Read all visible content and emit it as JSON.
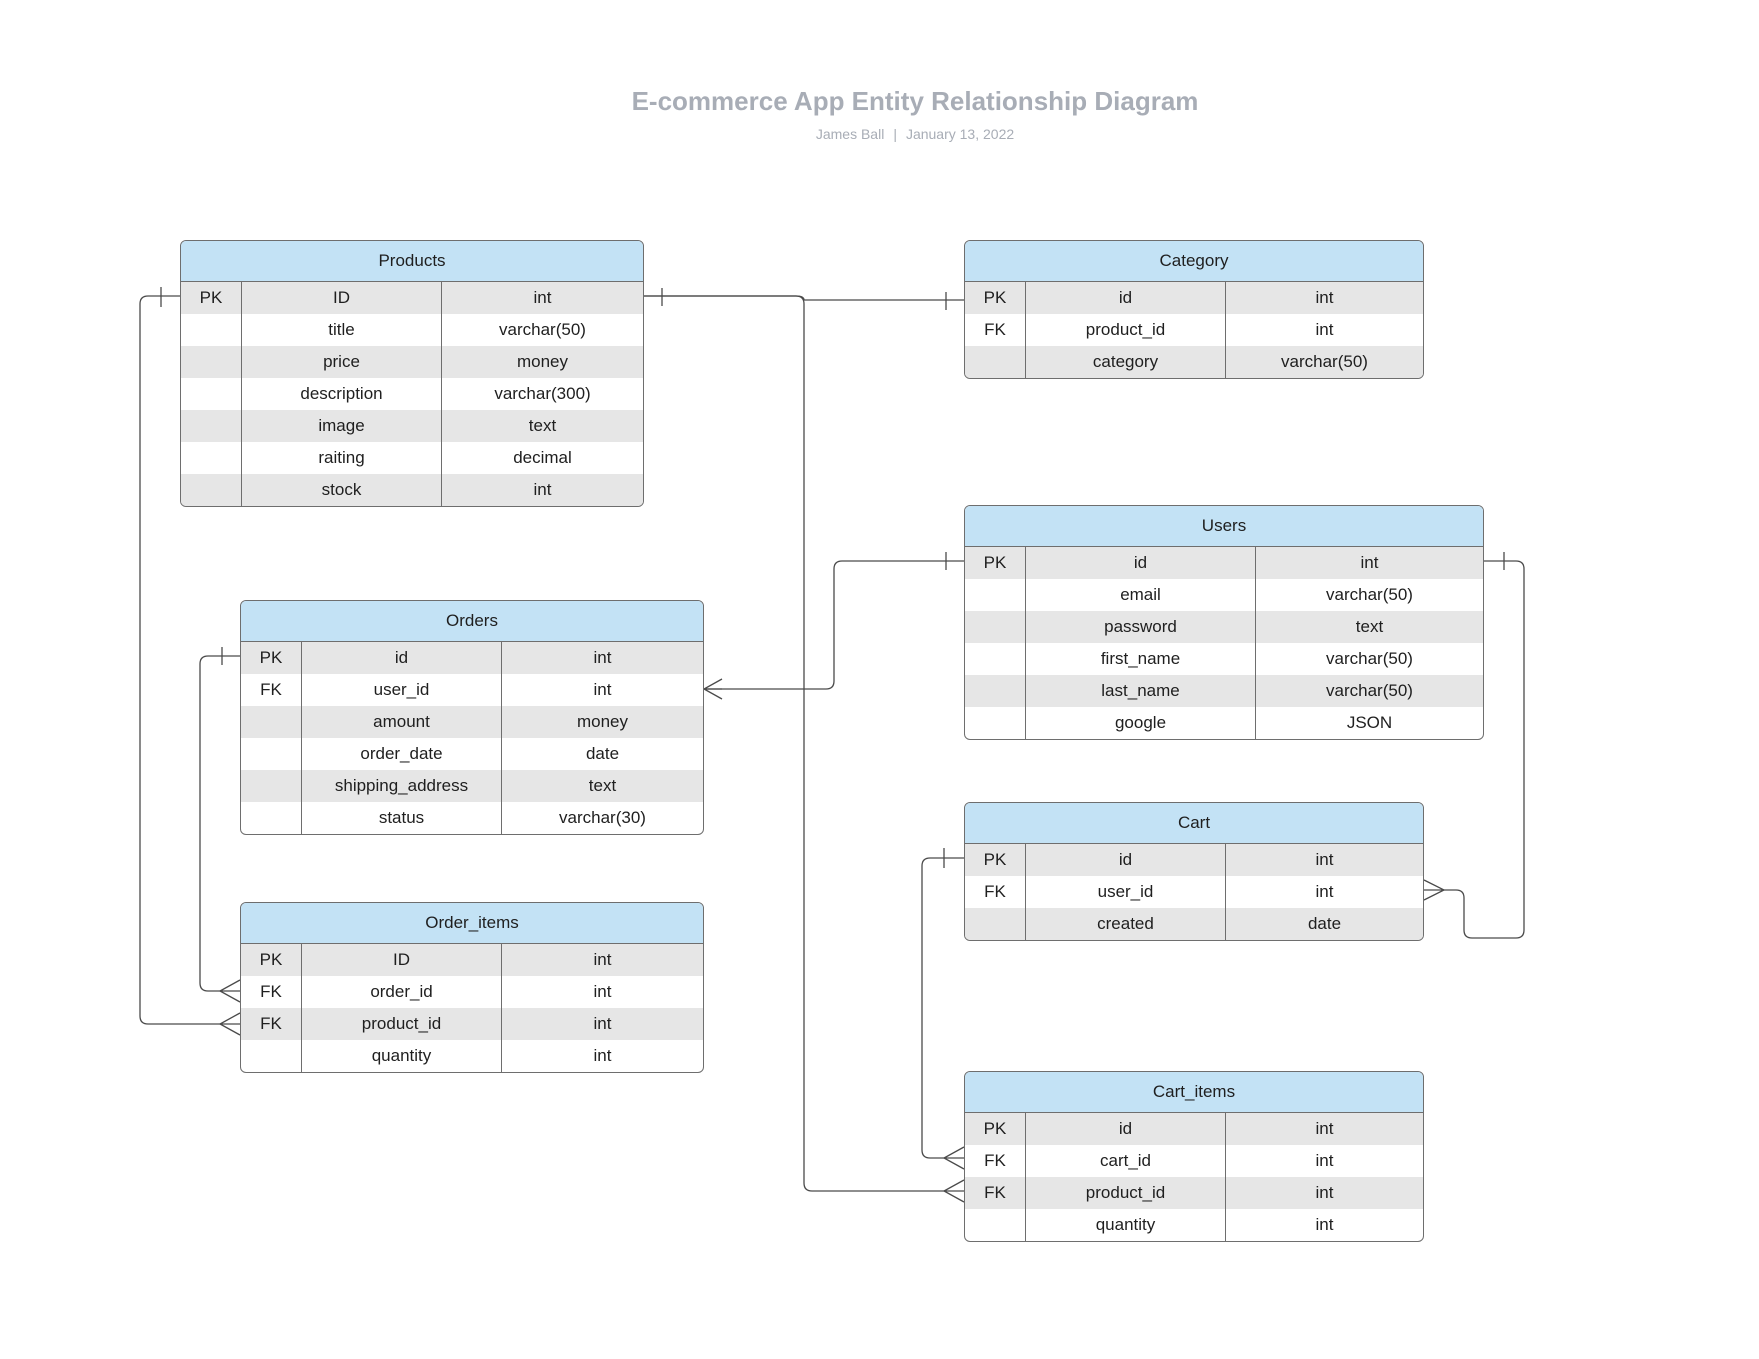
{
  "header": {
    "title": "E-commerce App Entity Relationship Diagram",
    "author": "James Ball",
    "date": "January 13, 2022"
  },
  "entities": {
    "products": {
      "name": "Products",
      "rows": [
        {
          "key": "PK",
          "field": "ID",
          "type": "int"
        },
        {
          "key": "",
          "field": "title",
          "type": "varchar(50)"
        },
        {
          "key": "",
          "field": "price",
          "type": "money"
        },
        {
          "key": "",
          "field": "description",
          "type": "varchar(300)"
        },
        {
          "key": "",
          "field": "image",
          "type": "text"
        },
        {
          "key": "",
          "field": "raiting",
          "type": "decimal"
        },
        {
          "key": "",
          "field": "stock",
          "type": "int"
        }
      ]
    },
    "category": {
      "name": "Category",
      "rows": [
        {
          "key": "PK",
          "field": "id",
          "type": "int"
        },
        {
          "key": "FK",
          "field": "product_id",
          "type": "int"
        },
        {
          "key": "",
          "field": "category",
          "type": "varchar(50)"
        }
      ]
    },
    "users": {
      "name": "Users",
      "rows": [
        {
          "key": "PK",
          "field": "id",
          "type": "int"
        },
        {
          "key": "",
          "field": "email",
          "type": "varchar(50)"
        },
        {
          "key": "",
          "field": "password",
          "type": "text"
        },
        {
          "key": "",
          "field": "first_name",
          "type": "varchar(50)"
        },
        {
          "key": "",
          "field": "last_name",
          "type": "varchar(50)"
        },
        {
          "key": "",
          "field": "google",
          "type": "JSON"
        }
      ]
    },
    "orders": {
      "name": "Orders",
      "rows": [
        {
          "key": "PK",
          "field": "id",
          "type": "int"
        },
        {
          "key": "FK",
          "field": "user_id",
          "type": "int"
        },
        {
          "key": "",
          "field": "amount",
          "type": "money"
        },
        {
          "key": "",
          "field": "order_date",
          "type": "date"
        },
        {
          "key": "",
          "field": "shipping_address",
          "type": "text"
        },
        {
          "key": "",
          "field": "status",
          "type": "varchar(30)"
        }
      ]
    },
    "cart": {
      "name": "Cart",
      "rows": [
        {
          "key": "PK",
          "field": "id",
          "type": "int"
        },
        {
          "key": "FK",
          "field": "user_id",
          "type": "int"
        },
        {
          "key": "",
          "field": "created",
          "type": "date"
        }
      ]
    },
    "order_items": {
      "name": "Order_items",
      "rows": [
        {
          "key": "PK",
          "field": "ID",
          "type": "int"
        },
        {
          "key": "FK",
          "field": "order_id",
          "type": "int"
        },
        {
          "key": "FK",
          "field": "product_id",
          "type": "int"
        },
        {
          "key": "",
          "field": "quantity",
          "type": "int"
        }
      ]
    },
    "cart_items": {
      "name": "Cart_items",
      "rows": [
        {
          "key": "PK",
          "field": "id",
          "type": "int"
        },
        {
          "key": "FK",
          "field": "cart_id",
          "type": "int"
        },
        {
          "key": "FK",
          "field": "product_id",
          "type": "int"
        },
        {
          "key": "",
          "field": "quantity",
          "type": "int"
        }
      ]
    }
  },
  "colors": {
    "header_fill": "#c3e2f5",
    "stripe_fill": "#e6e6e6",
    "border": "#6e6e6e",
    "line": "#4a4a4a",
    "title_text": "#a8adb6"
  }
}
